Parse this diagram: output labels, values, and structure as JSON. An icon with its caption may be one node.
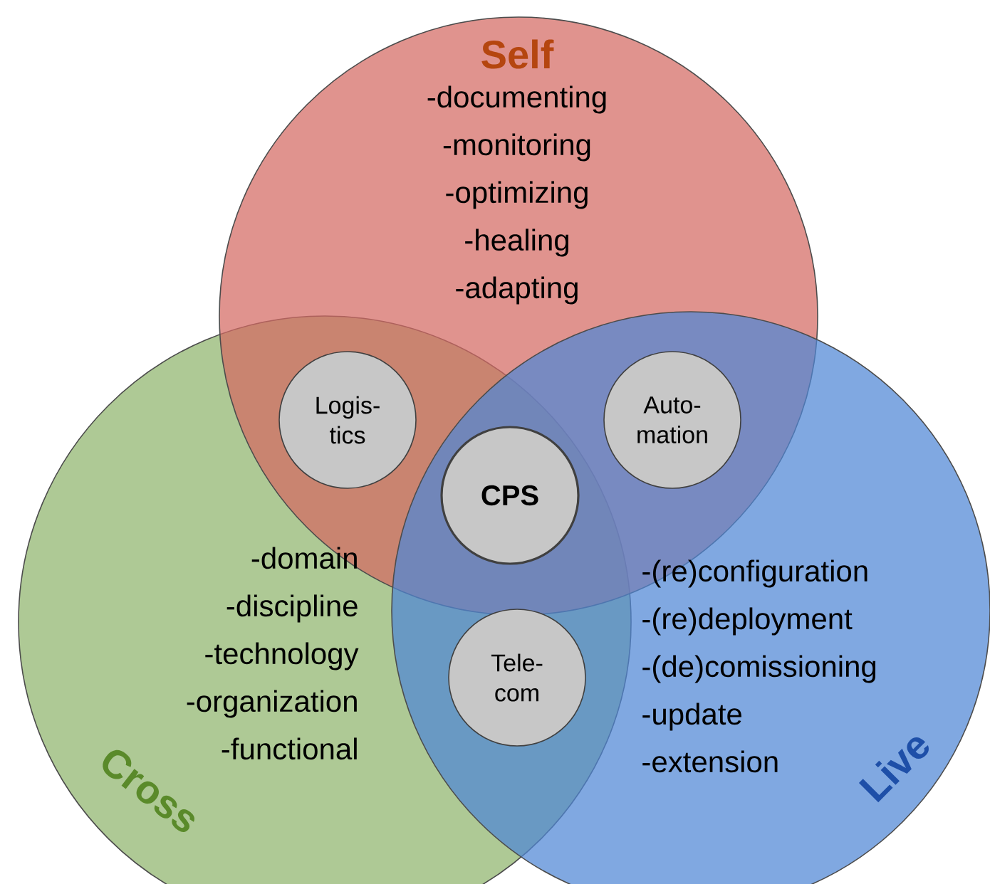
{
  "diagram": {
    "nodes": [
      {
        "text": [
          "Self",
          "-documenting",
          "-monitoring",
          "-optimizing",
          "-healing",
          "-adapting"
        ]
      },
      {
        "text": [
          "Cross",
          "-domain",
          "-discipline",
          "-technology",
          "-organization",
          "-functional"
        ]
      },
      {
        "text": [
          "Live",
          "-(re)configuration",
          "-(re)deployment",
          "-(de)comissioning",
          "-update",
          "-extension"
        ]
      },
      {
        "text": [
          "Logis- tics"
        ]
      },
      {
        "text": [
          "Auto- mation"
        ]
      },
      {
        "text": [
          "CPS"
        ]
      },
      {
        "text": [
          "Tele- com"
        ]
      }
    ]
  }
}
